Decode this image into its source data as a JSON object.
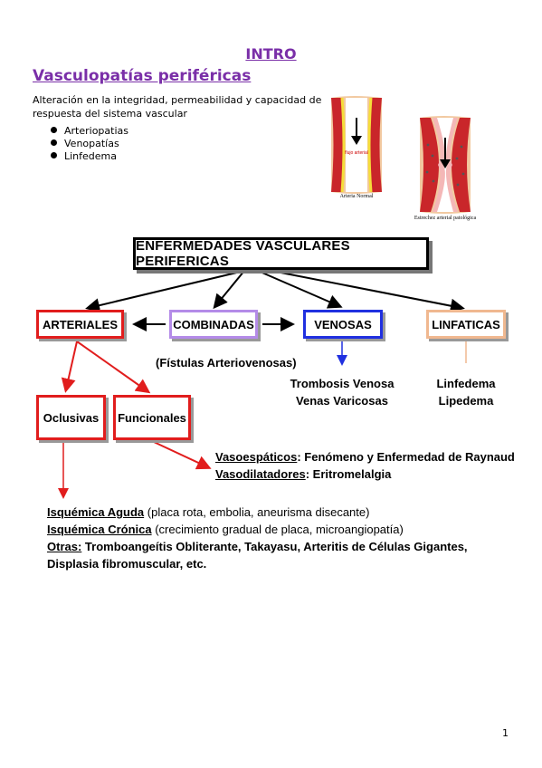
{
  "intro": "INTRO",
  "heading": "Vasculopatías periféricas",
  "description": "Alteración en la integridad, permeabilidad y capacidad de respuesta del sistema vascular",
  "bullets": [
    "Arteriopatias",
    "Venopatías",
    "Linfedema"
  ],
  "figure": {
    "normal_caption": "Arteria Normal",
    "normal_flow_label": "flujo arterial",
    "narrow_caption": "Estrechez arterial patológica"
  },
  "diagram": {
    "title": "ENFERMEDADES VASCULARES PERIFERICAS",
    "arteriales": "ARTERIALES",
    "combinadas": "COMBINADAS",
    "venosas": "VENOSAS",
    "linfaticas": "LINFATICAS",
    "fistulas": "(Fístulas Arteriovenosas)",
    "venosas_items": [
      "Trombosis Venosa",
      "Venas Varicosas"
    ],
    "linfaticas_items": [
      "Linfedema",
      "Lipedema"
    ],
    "oclusivas": "Oclusivas",
    "funcionales": "Funcionales",
    "vasoespasticos_label": "Vasoespáticos",
    "vasoespasticos_text": ": Fenómeno y Enfermedad de Raynaud",
    "vasodilatadores_label": "Vasodilatadores",
    "vasodilatadores_text": ": Eritromelalgia",
    "isq_aguda_label": "Isquémica  Aguda",
    "isq_aguda_text": " (placa rota, embolia, aneurisma disecante)",
    "isq_cronica_label": "Isquémica  Crónica",
    "isq_cronica_text": " (crecimiento gradual de placa, microangiopatía)",
    "otras_label": "Otras:",
    "otras_text": " Tromboangeítis Obliterante, Takayasu, Arteritis de Células Gigantes, Displasia fibromuscular, etc.",
    "colors": {
      "arterial": "#e11d1d",
      "combinadas": "#b48be8",
      "venosas": "#2030e0",
      "linfaticas": "#f0b890",
      "heading": "#7a2fa8"
    }
  },
  "page_number": "1"
}
